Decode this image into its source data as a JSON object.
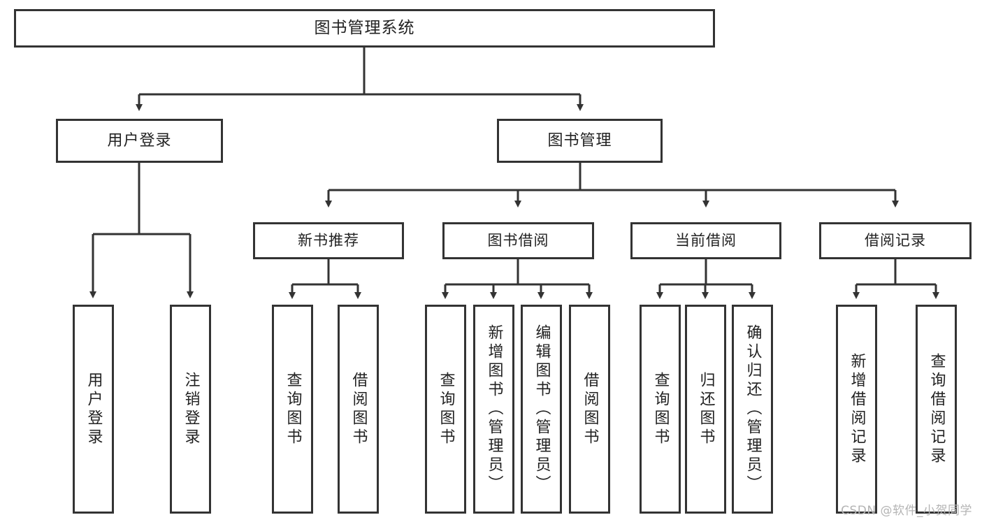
{
  "diagram": {
    "title": "图书管理系统",
    "type": "tree-hierarchy",
    "root": {
      "label": "图书管理系统"
    },
    "level1": [
      {
        "label": "用户登录"
      },
      {
        "label": "图书管理"
      }
    ],
    "level2": [
      {
        "label": "新书推荐"
      },
      {
        "label": "图书借阅"
      },
      {
        "label": "当前借阅"
      },
      {
        "label": "借阅记录"
      }
    ],
    "leaves": {
      "user_login": [
        {
          "label": "用户登录"
        },
        {
          "label": "注销登录"
        }
      ],
      "new_book_recommend": [
        {
          "label": "查询图书"
        },
        {
          "label": "借阅图书"
        }
      ],
      "book_borrow": [
        {
          "label": "查询图书"
        },
        {
          "label": "新增图书（管理员）"
        },
        {
          "label": "编辑图书（管理员）"
        },
        {
          "label": "借阅图书"
        }
      ],
      "current_borrow": [
        {
          "label": "查询图书"
        },
        {
          "label": "归还图书"
        },
        {
          "label": "确认归还（管理员）"
        }
      ],
      "borrow_record": [
        {
          "label": "新增借阅记录"
        },
        {
          "label": "查询借阅记录"
        }
      ]
    }
  },
  "watermark": {
    "text": "CSDN @软件_小贺同学"
  },
  "colors": {
    "box_border": "#333333",
    "box_fill": "#ffffff",
    "connector": "#333333",
    "text": "#222222",
    "watermark": "#b4b4b4",
    "background": "#ffffff"
  }
}
